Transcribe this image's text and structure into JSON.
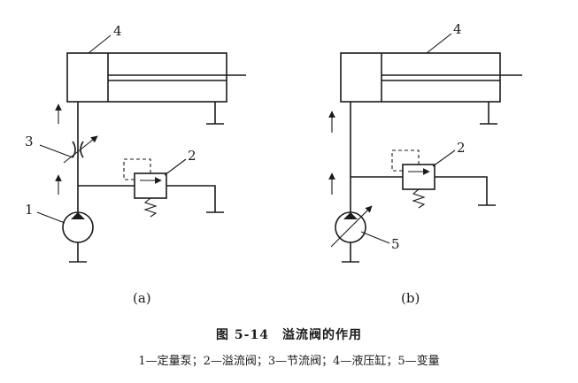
{
  "labels": {
    "n1": "1",
    "n2a": "2",
    "n2b": "2",
    "n3": "3",
    "n4a": "4",
    "n4b": "4",
    "n5": "5",
    "sub_a": "(a)",
    "sub_b": "(b)"
  },
  "caption": {
    "title": "图 5-14　溢流阀的作用",
    "legend": "1—定量泵；2—溢流阀；3—节流阀；4—液压缸；5—变量"
  }
}
